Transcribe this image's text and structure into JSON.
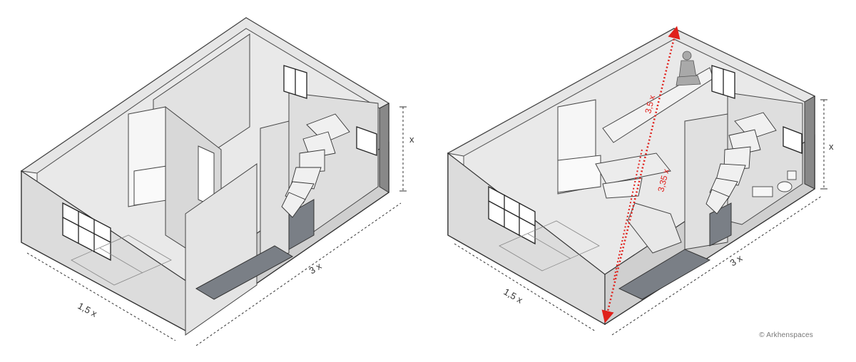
{
  "left_diagram": {
    "dim_height": "x",
    "dim_width": "1,5 x",
    "dim_length": "3 x"
  },
  "right_diagram": {
    "dim_height": "x",
    "dim_width": "1,5 x",
    "dim_length": "3 x",
    "diag_upper": "3,5 x",
    "diag_lower": "3,35 x",
    "accent_color": "#e0201b"
  },
  "copyright": "© Arkhenspaces"
}
